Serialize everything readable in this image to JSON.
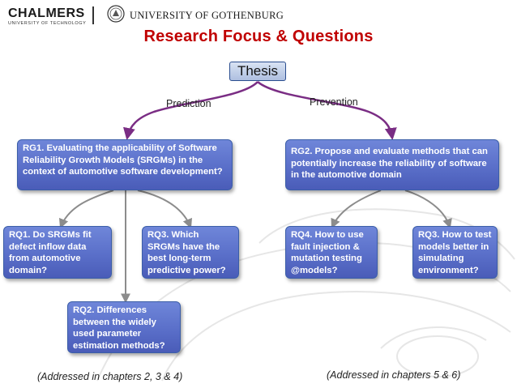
{
  "header": {
    "chalmers_name": "CHALMERS",
    "chalmers_sub": "UNIVERSITY OF TECHNOLOGY",
    "gu_name": "UNIVERSITY OF GOTHENBURG"
  },
  "title": "Research Focus & Questions",
  "thesis_label": "Thesis",
  "edges": {
    "prediction": "Prediction",
    "prevention": "Prevention"
  },
  "boxes": {
    "rg1": "RG1. Evaluating the applicability of Software Reliability Growth Models (SRGMs) in the context of automotive software development?",
    "rg2": "RG2. Propose and evaluate methods that can potentially increase the reliability of software in the automotive domain",
    "rq1": "RQ1. Do SRGMs  fit defect inflow data from automotive domain?",
    "rq2": "RQ2. Differences between the widely used parameter estimation methods?",
    "rq3a": "RQ3. Which SRGMs have the best long-term predictive power?",
    "rq4": "RQ4. How to use fault injection & mutation testing @models?",
    "rq3b": "RQ3. How to test models better in simulating environment?"
  },
  "notes": {
    "left": "(Addressed in chapters 2, 3 & 4)",
    "right": "(Addressed in chapters 5 & 6)"
  },
  "colors": {
    "title": "#c00000",
    "arrow": "#7a2d84",
    "arrow_gray": "#8c8c8c",
    "box": "#5a6fc9"
  }
}
